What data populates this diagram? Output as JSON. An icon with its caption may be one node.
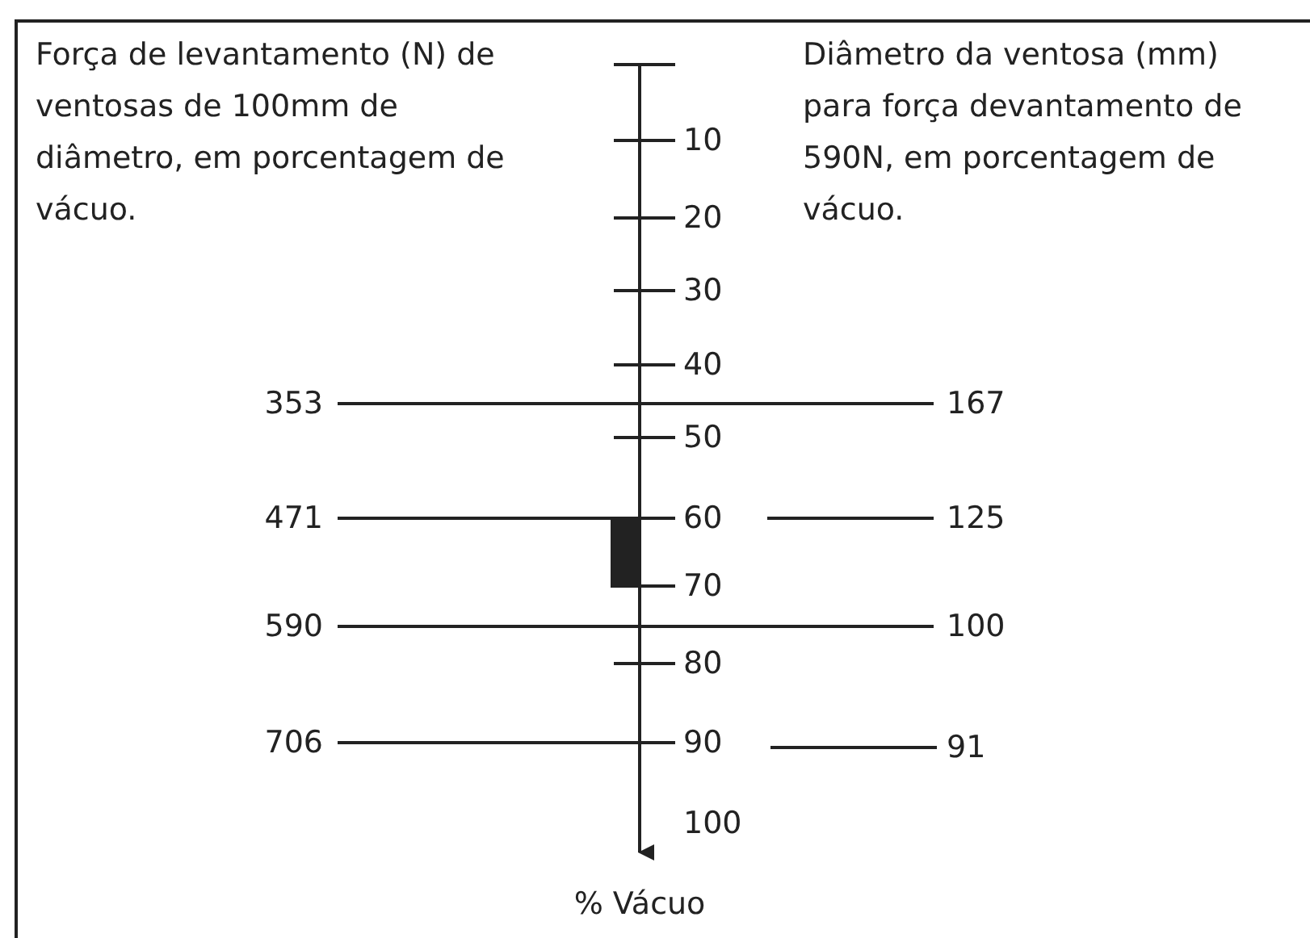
{
  "diagram": {
    "labels": [
      "Força de levantamento (N) de ventosas de 100mm de diâmetro, em porcentagem de vácuo.",
      "Diâmetro da ventosa (mm) para força devantamento de 590N, em porcentagem de vácuo.",
      "10",
      "20",
      "30",
      "40",
      "353",
      "167",
      "50",
      "471",
      "60",
      "125",
      "70",
      "590",
      "100",
      "80",
      "706",
      "90",
      "91",
      "100",
      "% Vácuo"
    ]
  }
}
